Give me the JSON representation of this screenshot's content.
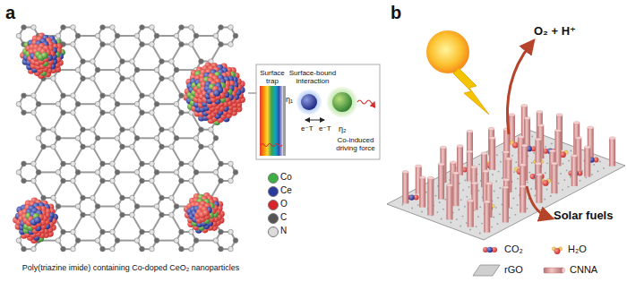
{
  "diagram": {
    "labels": [
      "a",
      "Poly(triazine imide) containing Co-doped CeO₂ nanoparticles",
      "Surface trap",
      "Surface-bound interaction",
      "η₁",
      "e⁻T",
      "e⁻T",
      "η₂",
      "Co-induced driving force",
      "b",
      "O₂ + H⁺",
      "Solar fuels"
    ],
    "legend": [
      {
        "text": "Co",
        "color": "#3cb043"
      },
      {
        "text": "Ce",
        "color": "#2a3a9c"
      },
      {
        "text": "O",
        "color": "#d8232a"
      },
      {
        "text": "C",
        "color": "#555555"
      },
      {
        "text": "N",
        "color": "#dcdcdc"
      },
      {
        "text": "CO₂"
      },
      {
        "text": "H₂O"
      },
      {
        "text": "rGO"
      },
      {
        "text": "CNNA"
      }
    ]
  }
}
